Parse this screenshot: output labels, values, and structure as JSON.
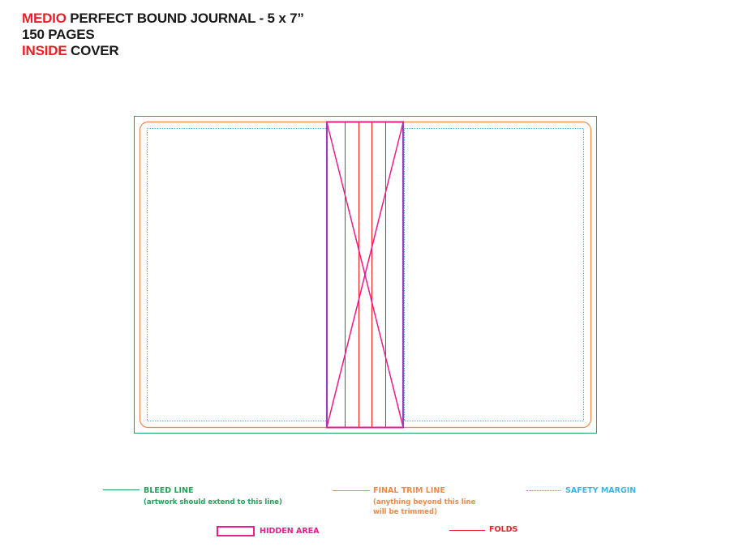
{
  "title": {
    "line1_highlight": "MEDIO",
    "line1_rest": " PERFECT BOUND JOURNAL - 5 x 7”",
    "line2": "150 PAGES",
    "line3_highlight": "INSIDE",
    "line3_rest": " COVER"
  },
  "colors": {
    "bleed": "#21a35a",
    "trim": "#f08a4b",
    "safety": "#3cb4e6",
    "hidden": "#e91e8c",
    "folds": "#e8202a",
    "spine_outline": "#9b3fb5",
    "title_highlight": "#e8202a"
  },
  "legend": {
    "bleed_label": "BLEED LINE",
    "bleed_note": "(artwork should extend to this line)",
    "trim_label": "FINAL TRIM LINE",
    "trim_note_1": "(anything beyond this line",
    "trim_note_2": "will be trimmed)",
    "safety_label": "SAFETY MARGIN",
    "hidden_label": "HIDDEN AREA",
    "folds_label": "FOLDS"
  }
}
